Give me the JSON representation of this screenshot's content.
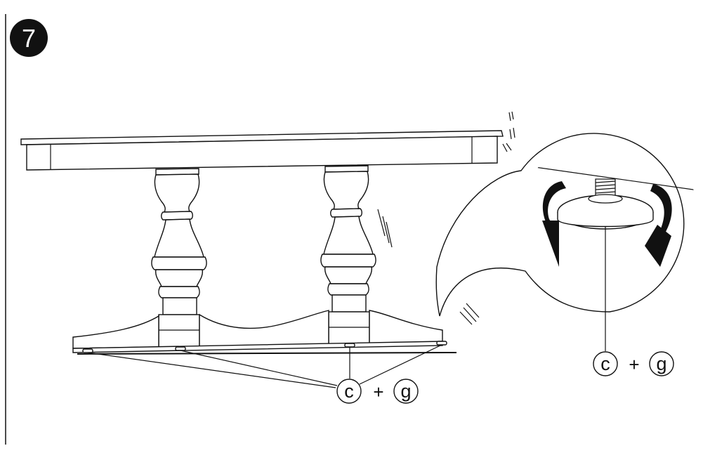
{
  "step": {
    "number": "7"
  },
  "labels": {
    "main": {
      "part_a": "c",
      "plus": "+",
      "part_b": "g"
    },
    "detail": {
      "part_a": "c",
      "plus": "+",
      "part_b": "g"
    }
  },
  "colors": {
    "ink": "#111111",
    "paper": "#ffffff"
  },
  "icons": {
    "rotation": "curved-arrows-icon",
    "motion": "vibration-marks-icon"
  }
}
